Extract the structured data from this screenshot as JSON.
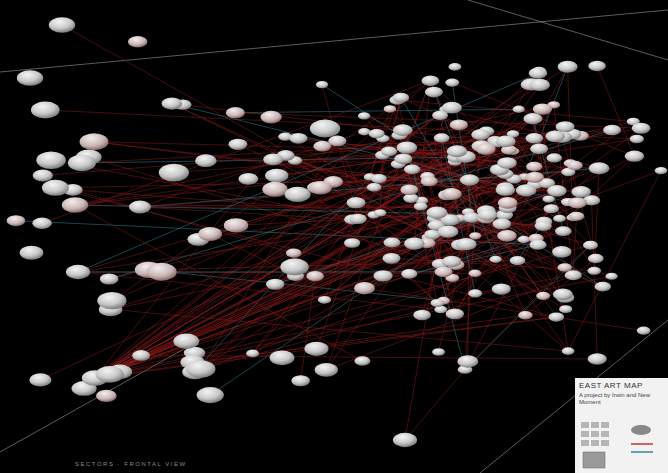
{
  "diagram": {
    "title": "EAST ART MAP",
    "labels": [
      "A project by Irwin and New Moment",
      "SECTORS · FRONTAL VIEW"
    ]
  }
}
